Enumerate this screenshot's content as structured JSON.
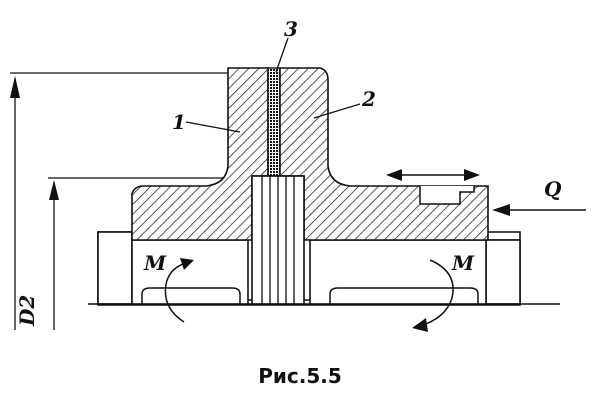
{
  "figure": {
    "labels": {
      "part_1": "1",
      "part_2": "2",
      "part_3": "3",
      "force": "Q",
      "moment_left": "M",
      "moment_right": "M",
      "diameter": "D2"
    },
    "caption": "Рис.5.5",
    "colors": {
      "ink": "#111111",
      "background": "#ffffff"
    }
  }
}
